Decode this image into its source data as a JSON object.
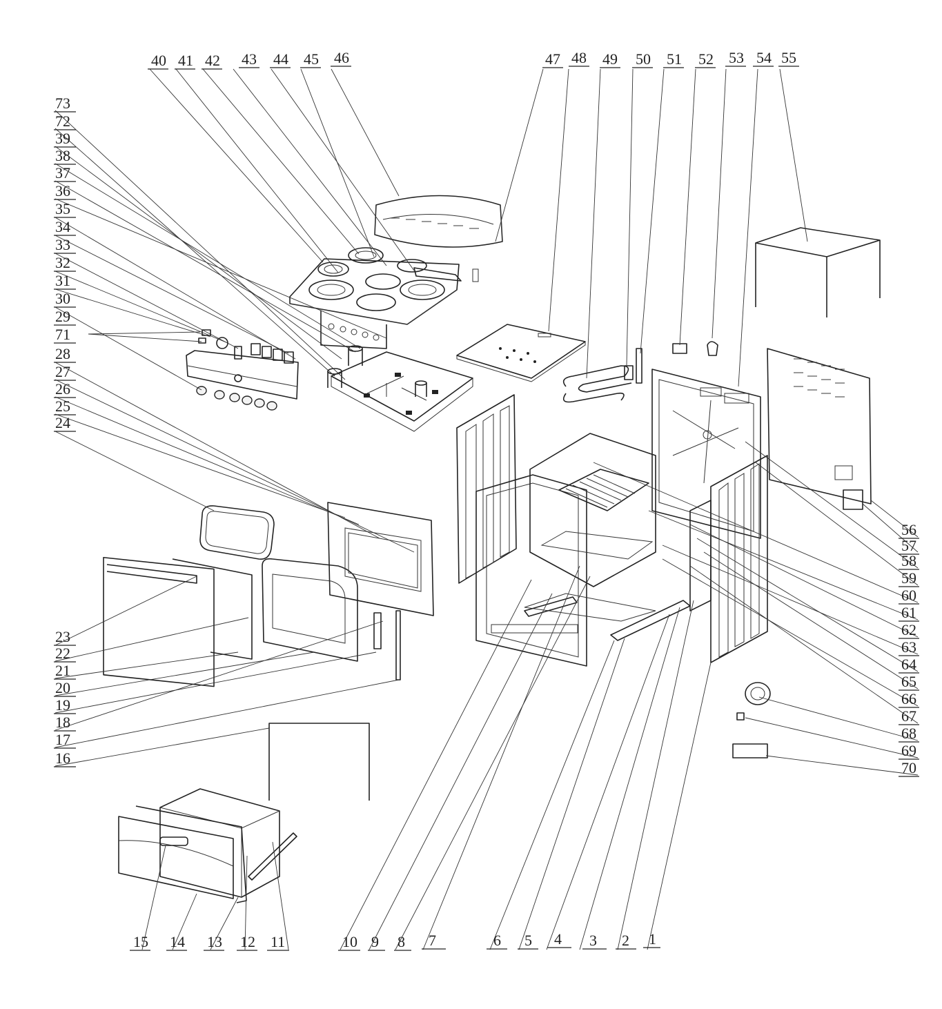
{
  "diagram": {
    "callouts": [
      "1",
      "2",
      "3",
      "4",
      "5",
      "6",
      "7",
      "8",
      "9",
      "10",
      "11",
      "12",
      "13",
      "14",
      "15",
      "16",
      "17",
      "18",
      "19",
      "20",
      "21",
      "22",
      "23",
      "24",
      "25",
      "26",
      "27",
      "28",
      "29",
      "30",
      "31",
      "32",
      "33",
      "34",
      "35",
      "36",
      "37",
      "38",
      "39",
      "40",
      "41",
      "42",
      "43",
      "44",
      "45",
      "46",
      "47",
      "48",
      "49",
      "50",
      "51",
      "52",
      "53",
      "54",
      "55",
      "56",
      "57",
      "58",
      "59",
      "60",
      "61",
      "62",
      "63",
      "64",
      "65",
      "66",
      "67",
      "68",
      "69",
      "70",
      "71",
      "72",
      "73"
    ]
  }
}
